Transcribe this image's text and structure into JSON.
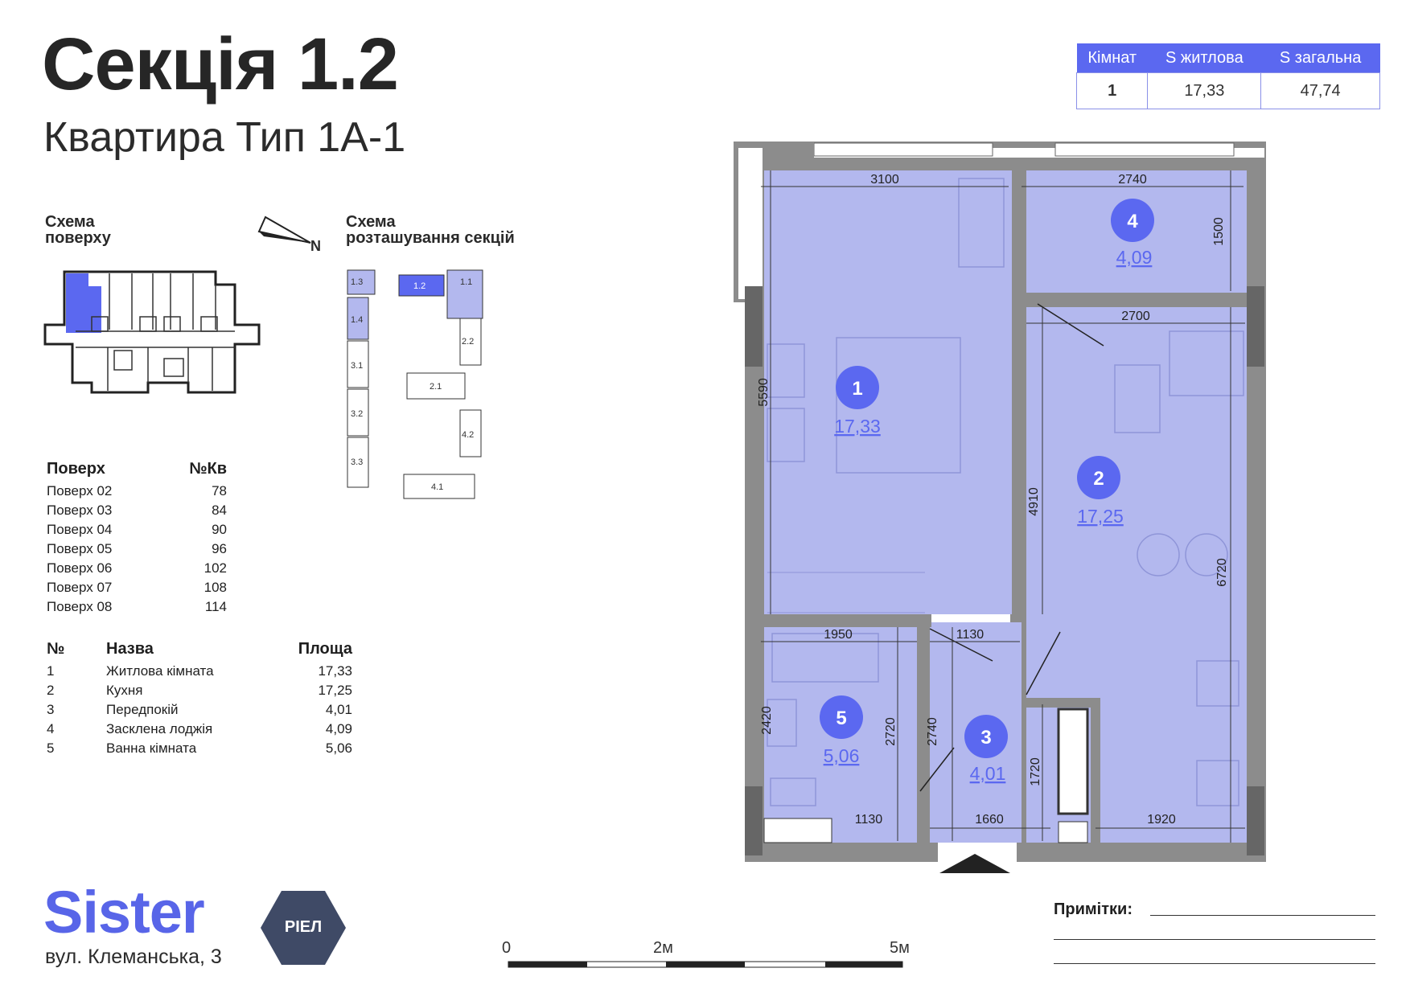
{
  "header": {
    "title": "Секція 1.2",
    "subtitle": "Квартира Тип 1А-1"
  },
  "summary_table": {
    "headers": [
      "Кімнат",
      "S житлова",
      "S загальна"
    ],
    "row": [
      "1",
      "17,33",
      "47,74"
    ]
  },
  "floor_scheme": {
    "label_line1": "Схема",
    "label_line2": "поверху",
    "north_label": "N"
  },
  "section_scheme": {
    "label_line1": "Схема",
    "label_line2": "розташування секцій",
    "sections": [
      "1.3",
      "1.2",
      "1.1",
      "1.4",
      "2.2",
      "3.1",
      "2.1",
      "3.2",
      "4.2",
      "3.3",
      "4.1"
    ]
  },
  "floors_table": {
    "headers": [
      "Поверх",
      "№Кв"
    ],
    "rows": [
      [
        "Поверх 02",
        "78"
      ],
      [
        "Поверх 03",
        "84"
      ],
      [
        "Поверх 04",
        "90"
      ],
      [
        "Поверх 05",
        "96"
      ],
      [
        "Поверх 06",
        "102"
      ],
      [
        "Поверх 07",
        "108"
      ],
      [
        "Поверх 08",
        "114"
      ]
    ]
  },
  "rooms_table": {
    "headers": [
      "№",
      "Назва",
      "Площа"
    ],
    "rows": [
      [
        "1",
        "Житлова кімната",
        "17,33"
      ],
      [
        "2",
        "Кухня",
        "17,25"
      ],
      [
        "3",
        "Передпокій",
        "4,01"
      ],
      [
        "4",
        "Засклена лоджія",
        "4,09"
      ],
      [
        "5",
        "Ванна кімната",
        "5,06"
      ]
    ]
  },
  "plan": {
    "rooms": [
      {
        "num": "1",
        "area": "17,33"
      },
      {
        "num": "2",
        "area": "17,25"
      },
      {
        "num": "3",
        "area": "4,01"
      },
      {
        "num": "4",
        "area": "4,09"
      },
      {
        "num": "5",
        "area": "5,06"
      }
    ],
    "dimensions": [
      "3100",
      "2740",
      "1500",
      "2700",
      "5590",
      "4910",
      "6720",
      "1950",
      "1130",
      "2420",
      "2720",
      "2740",
      "1720",
      "1130",
      "1660",
      "1920"
    ]
  },
  "brand": {
    "name": "Sister",
    "badge": "РІЕЛ",
    "address": "вул. Клеманська, 3"
  },
  "scale": {
    "labels": [
      "0",
      "2м",
      "5м"
    ]
  },
  "notes": {
    "label": "Примітки:"
  },
  "colors": {
    "accent": "#5b68f0",
    "room_fill": "#b3b8ee",
    "wall": "#8c8c8c",
    "badge": "#3f4a66"
  }
}
